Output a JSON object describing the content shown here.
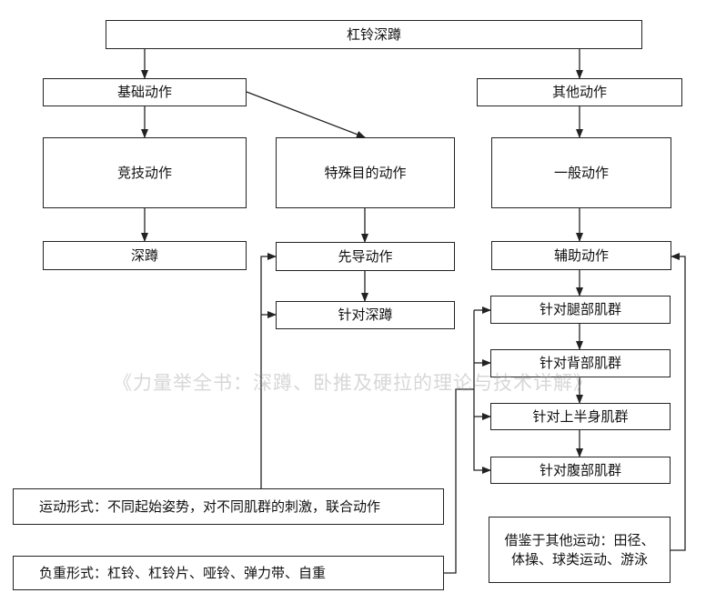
{
  "diagram": {
    "root": "杠铃深蹲",
    "basic": "基础动作",
    "other": "其他动作",
    "competition": "竞技动作",
    "special": "特殊目的动作",
    "general": "一般动作",
    "squat": "深蹲",
    "lead_in": "先导动作",
    "targeted_squat": "针对深蹲",
    "assist": "辅助动作",
    "legs": "针对腿部肌群",
    "back": "针对背部肌群",
    "upper": "针对上半身肌群",
    "abs": "针对腹部肌群",
    "movement_form": "运动形式：不同起始姿势，对不同肌群的刺激，联合动作",
    "load_form": "负重形式：杠铃、杠铃片、哑铃、弹力带、自重",
    "borrow_line1": "借鉴于其他运动：田径、",
    "borrow_line2": "体操、球类运动、游泳"
  },
  "watermark": "《力量举全书：深蹲、卧推及硬拉的理论与技术详解》"
}
